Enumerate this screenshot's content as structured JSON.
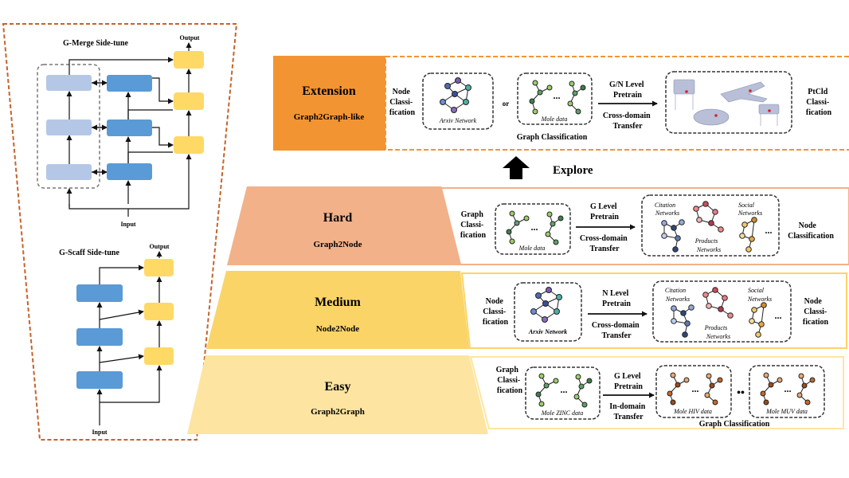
{
  "left_panel": {
    "gmerge": {
      "title": "G-Merge Side-tune",
      "output": "Output",
      "input": "Input"
    },
    "gscaff": {
      "title": "G-Scaff Side-tune",
      "output": "Output",
      "input": "Input"
    }
  },
  "levels": {
    "extension": {
      "title": "Extension",
      "subtitle": "Graph2Graph-like"
    },
    "hard": {
      "title": "Hard",
      "subtitle": "Graph2Node"
    },
    "medium": {
      "title": "Medium",
      "subtitle": "Node2Node"
    },
    "easy": {
      "title": "Easy",
      "subtitle": "Graph2Graph"
    }
  },
  "explore": "Explore",
  "extension_row": {
    "node_cls": [
      "Node",
      "Classi-",
      "fication"
    ],
    "arxiv": "Arxiv Network",
    "or": "or",
    "mole": "Mole data",
    "dots": "...",
    "graph_cls": "Graph Classification",
    "pretrain": [
      "G/N Level",
      "Pretrain"
    ],
    "transfer": [
      "Cross-domain",
      "Transfer"
    ],
    "target": [
      "PtCld",
      "Classi-",
      "fication"
    ]
  },
  "hard_row": {
    "source": [
      "Graph",
      "Classi-",
      "fication"
    ],
    "mole": "Mole data",
    "dots": "...",
    "pretrain": [
      "G Level",
      "Pretrain"
    ],
    "transfer": [
      "Cross-domain",
      "Transfer"
    ],
    "citation": [
      "Citation",
      "Networks"
    ],
    "products": [
      "Products",
      "Networks"
    ],
    "social": [
      "Social",
      "Networks"
    ],
    "dots2": "...",
    "target": [
      "Node",
      "Classification"
    ]
  },
  "medium_row": {
    "source": [
      "Node",
      "Classi-",
      "fication"
    ],
    "arxiv": "Arxiv Network",
    "pretrain": [
      "N Level",
      "Pretrain"
    ],
    "transfer": [
      "Cross-domain",
      "Transfer"
    ],
    "citation": [
      "Citation",
      "Networks"
    ],
    "products": [
      "Products",
      "Networks"
    ],
    "social": [
      "Social",
      "Networks"
    ],
    "dots": "...",
    "target": [
      "Node",
      "Classi-",
      "fication"
    ]
  },
  "easy_row": {
    "source": [
      "Graph",
      "Classi-",
      "fication"
    ],
    "zinc": "Mole ZINC data",
    "dots": "...",
    "pretrain": [
      "G Level",
      "Pretrain"
    ],
    "transfer": [
      "In-domain",
      "Transfer"
    ],
    "hiv": "Mole HIV data",
    "muv": "Mole MUV data",
    "dots2": "...",
    "dots3": "...",
    "bigdots": "••",
    "target": "Graph Classification"
  },
  "colors": {
    "extension": "#f39433",
    "hard": "#f2b189",
    "medium": "#fbd468",
    "easy": "#fde5a1",
    "blue_block": "#5a9ad6",
    "light_block": "#b4c7e7",
    "yellow_block": "#ffd966",
    "left_border": "#c5632a"
  }
}
